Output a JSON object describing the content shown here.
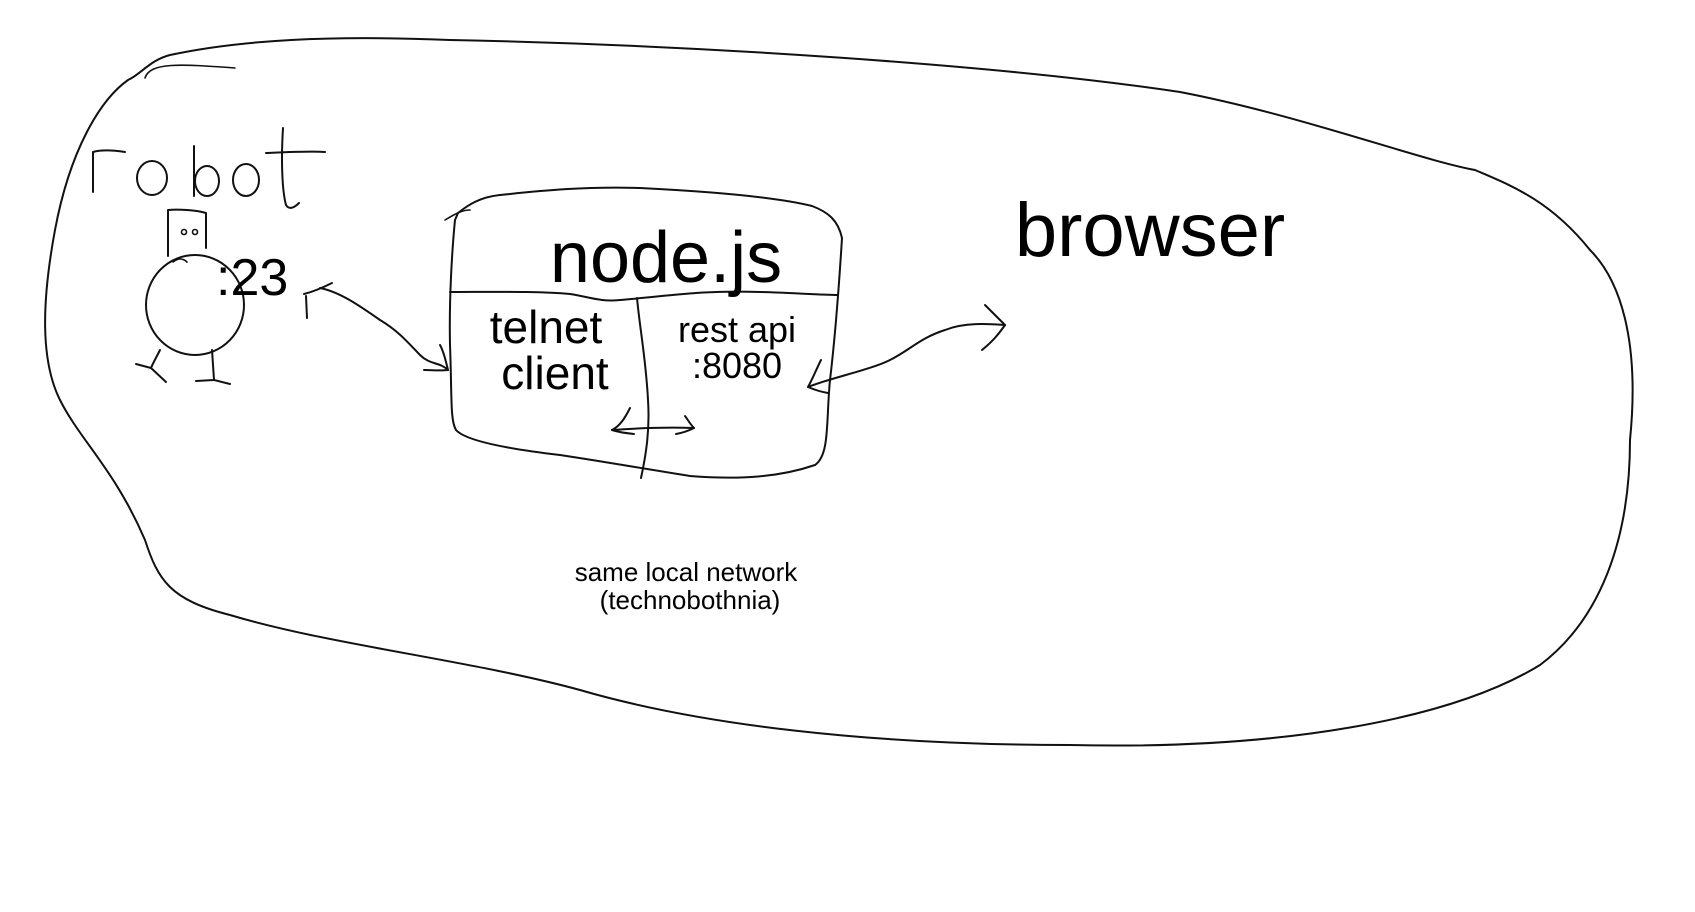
{
  "nodes": {
    "robot": {
      "label": "robot",
      "port": ":23"
    },
    "nodejs": {
      "title": "node.js",
      "telnet_client": [
        "telnet",
        "client"
      ],
      "rest_api": [
        "rest api",
        ":8080"
      ]
    },
    "browser": {
      "label": "browser"
    }
  },
  "network": {
    "label_lines": [
      "same local network",
      "(technobothnia)"
    ]
  },
  "colors": {
    "ink": "#111111",
    "background": "#ffffff"
  }
}
